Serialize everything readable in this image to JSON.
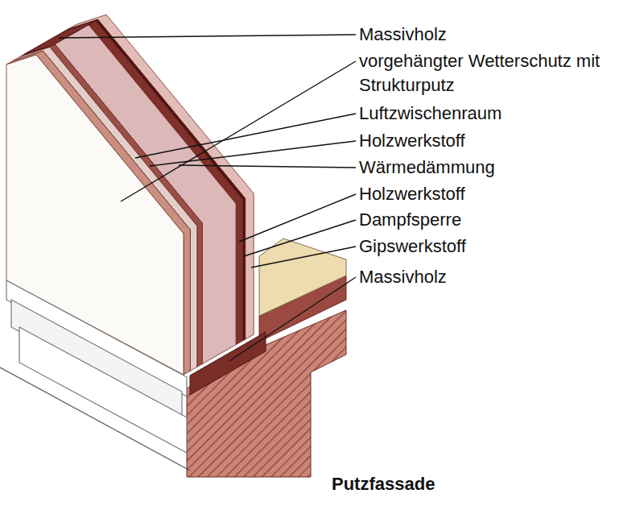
{
  "diagram": {
    "caption": "Putzfassade",
    "labels": [
      "Massivholz",
      "vorgehängter Wetterschutz mit Strukturputz",
      "Luftzwischenraum",
      "Holzwerkstoff",
      "Wärmedämmung",
      "Holzwerkstoff",
      "Dampfsperre",
      "Gipswerkstoff",
      "Massivholz"
    ]
  }
}
